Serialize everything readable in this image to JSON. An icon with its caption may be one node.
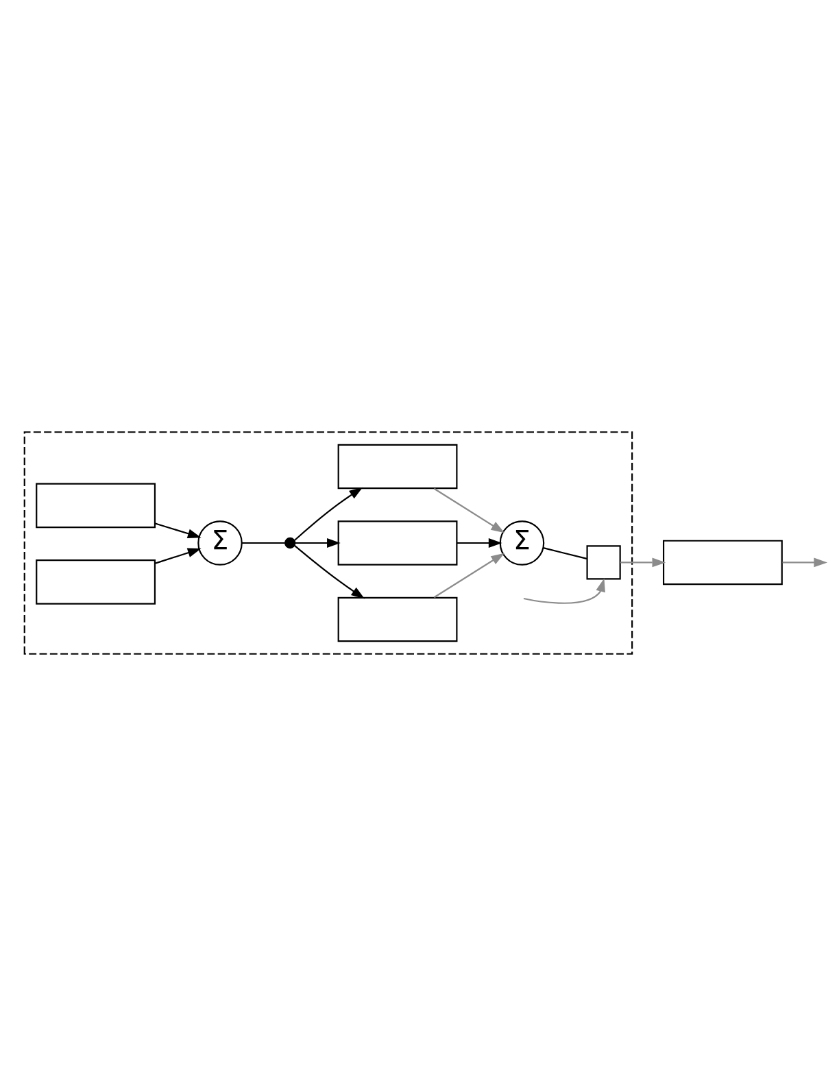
{
  "diagram": {
    "nodes": [
      {
        "text": [],
        "shape": "box"
      },
      {
        "text": [],
        "shape": "box",
        "in": 0
      },
      {
        "text": [],
        "shape": "box",
        "in": 0
      },
      {
        "text": [
          "Σ"
        ],
        "in": 0
      },
      {
        "text": [],
        "shape": "dot",
        "in": 0
      },
      {
        "text": [],
        "shape": "box",
        "in": 0
      },
      {
        "text": [],
        "shape": "box",
        "in": 0
      },
      {
        "text": [],
        "shape": "box",
        "in": 0
      },
      {
        "text": [
          "Σ"
        ],
        "in": 0
      },
      {
        "text": [],
        "shape": "switch",
        "in": 0
      },
      {
        "text": [],
        "shape": "box"
      }
    ],
    "edges": [
      {
        "from": 1,
        "to": 3,
        "arrow": "to"
      },
      {
        "from": 2,
        "to": 3,
        "arrow": "to"
      },
      {
        "from": 3,
        "to": 4,
        "arrow": "none"
      },
      {
        "from": 4,
        "to": 5,
        "arrow": "to"
      },
      {
        "from": 4,
        "to": 6,
        "arrow": "to"
      },
      {
        "from": 4,
        "to": 7,
        "arrow": "to"
      },
      {
        "from": 5,
        "to": 8,
        "arrow": "to",
        "color": "#8c8c8c"
      },
      {
        "from": 6,
        "to": 8,
        "arrow": "to"
      },
      {
        "from": 7,
        "to": 8,
        "arrow": "to",
        "color": "#8c8c8c"
      },
      {
        "from": 8,
        "to": 9,
        "arrow": "none"
      },
      {
        "from": 9,
        "to": 10,
        "arrow": "to",
        "color": "#8c8c8c"
      },
      {
        "from": 10,
        "to": null,
        "arrow": "to",
        "color": "#8c8c8c"
      },
      {
        "from": null,
        "to": 9,
        "arrow": "to",
        "color": "#8c8c8c"
      }
    ]
  }
}
